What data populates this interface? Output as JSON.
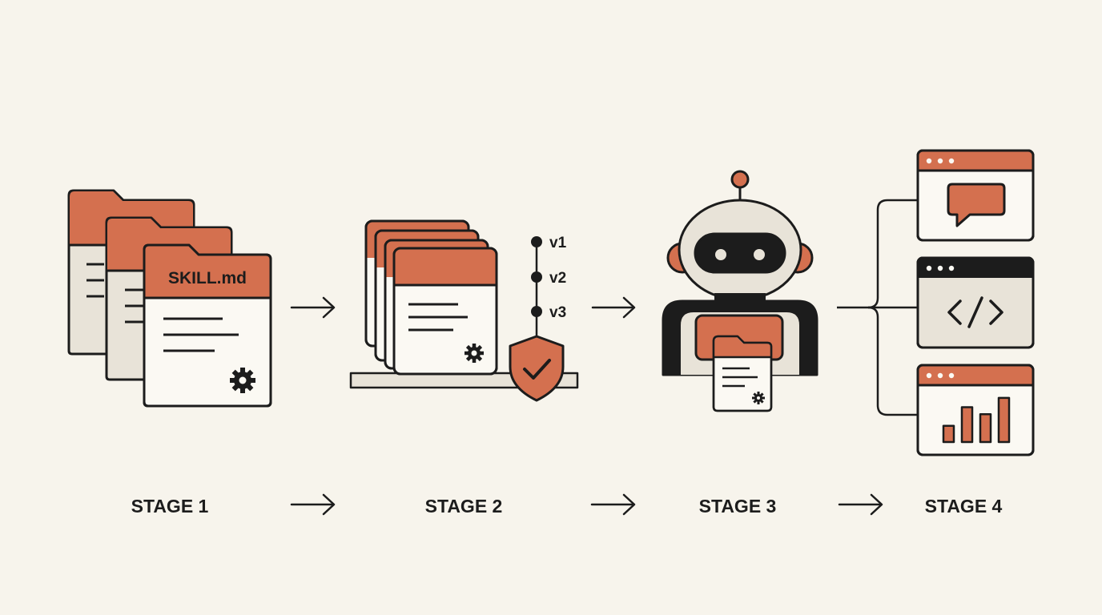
{
  "colors": {
    "background": "#f7f4ec",
    "accent": "#d4704f",
    "ink": "#1c1c1c",
    "paper": "#fbf9f3",
    "muted": "#e8e3d8"
  },
  "stage1": {
    "file_label": "SKILL.md",
    "stage_label": "STAGE 1",
    "icons": [
      "folder-icon",
      "document-icon",
      "gear-icon"
    ]
  },
  "stage2": {
    "versions": [
      "v1",
      "v2",
      "v3"
    ],
    "stage_label": "STAGE 2",
    "icons": [
      "stacked-files-icon",
      "version-timeline-icon",
      "shield-check-icon",
      "gear-icon"
    ]
  },
  "stage3": {
    "stage_label": "STAGE 3",
    "icons": [
      "robot-icon",
      "document-icon",
      "gear-icon"
    ]
  },
  "stage4": {
    "stage_label": "STAGE 4",
    "icons": [
      "chat-window-icon",
      "code-window-icon",
      "chart-window-icon"
    ],
    "chart_bars": [
      0.35,
      0.75,
      0.6,
      0.95
    ]
  },
  "arrows": [
    "arrow-right-icon",
    "arrow-right-icon",
    "arrow-right-icon"
  ]
}
